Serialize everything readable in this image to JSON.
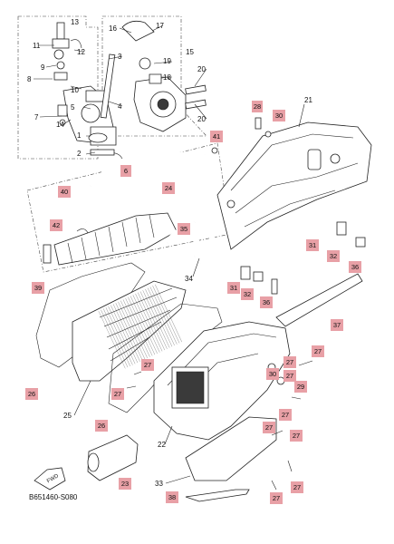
{
  "diagram": {
    "code": "B651460-S080",
    "fwd_label": "FWD",
    "labels": {
      "p1": "1",
      "p2": "2",
      "p3": "3",
      "p4": "4",
      "p5": "5",
      "p7": "7",
      "p8": "8",
      "p9": "9",
      "p10": "10",
      "p11": "11",
      "p12": "12",
      "p13": "13",
      "p14": "14",
      "p15": "15",
      "p16": "16",
      "p17": "17",
      "p18": "18",
      "p19": "19",
      "p20a": "20",
      "p20b": "20",
      "p21": "21",
      "p22": "22",
      "p25": "25",
      "p33": "33",
      "p34": "34"
    },
    "tags": {
      "t6": "6",
      "t23": "23",
      "t24": "24",
      "t26a": "26",
      "t26b": "26",
      "t27a": "27",
      "t27b": "27",
      "t27c": "27",
      "t27d": "27",
      "t27e": "27",
      "t27f": "27",
      "t27g": "27",
      "t27h": "27",
      "t28": "28",
      "t29": "29",
      "t30a": "30",
      "t30b": "30",
      "t31a": "31",
      "t31b": "31",
      "t32a": "32",
      "t32b": "32",
      "t35": "35",
      "t36a": "36",
      "t36b": "36",
      "t37": "37",
      "t38": "38",
      "t39": "39",
      "t40": "40",
      "t41": "41",
      "t42": "42"
    },
    "colors": {
      "tag": "#e8a0a6",
      "line": "#222222"
    }
  }
}
